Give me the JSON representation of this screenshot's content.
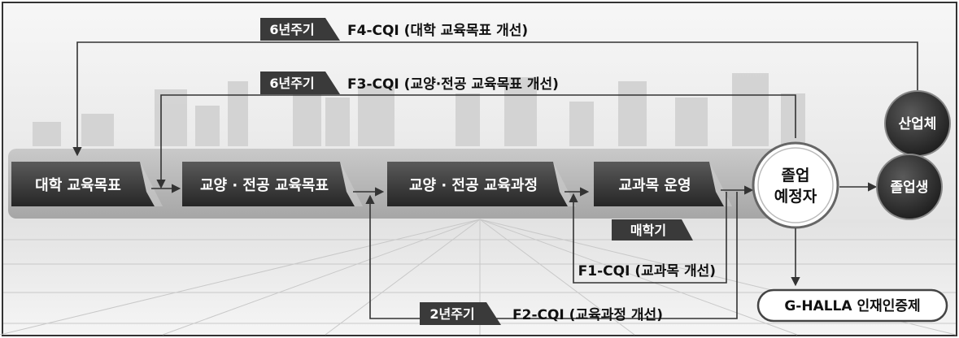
{
  "loops": {
    "f4": {
      "period": "6년주기",
      "label": "F4-CQI (대학 교육목표 개선)"
    },
    "f3": {
      "period": "6년주기",
      "label": "F3-CQI (교양·전공 교육목표 개선)"
    },
    "f1": {
      "period": "매학기",
      "label": "F1-CQI (교과목 개선)"
    },
    "f2": {
      "period": "2년주기",
      "label": "F2-CQI (교육과정 개선)"
    }
  },
  "flow": {
    "step1": "대학 교육목표",
    "step2": "교양 · 전공 교육목표",
    "step3": "교양 · 전공 교육과정",
    "step4": "교과목 운영"
  },
  "nodes": {
    "graduating_line1": "졸업",
    "graduating_line2": "예정자",
    "industry": "산업체",
    "graduate": "졸업생",
    "certification": "G-HALLA 인재인증제"
  },
  "colors": {
    "dark": "#2b2b2b",
    "step_fill": "#3a3a3a",
    "sky": "#eeeeee",
    "band": "#b8b8b8",
    "line": "#333333"
  }
}
